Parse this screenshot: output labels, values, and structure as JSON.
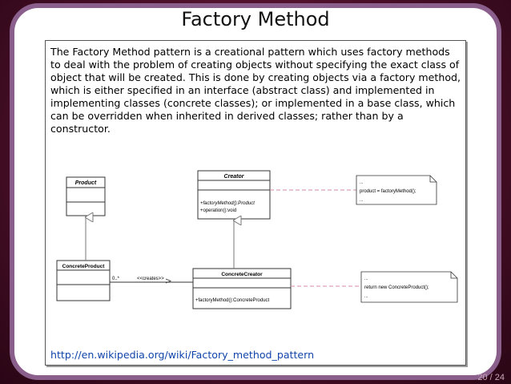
{
  "slide": {
    "title": "Factory Method",
    "body": "The Factory Method pattern is a creational pattern which uses factory methods to deal with the problem of creating objects without specifying the exact class of object that will be created. This is done by creating objects via a factory method, which is either specified in an interface (abstract class) and implemented in implementing classes (concrete classes); or implemented in a base class, which can be overridden when inherited in derived classes; rather than by a constructor.",
    "link": "http://en.wikipedia.org/wiki/Factory_method_pattern",
    "page_number": "20 / 24"
  },
  "diagram": {
    "product": {
      "name": "Product"
    },
    "creator": {
      "name": "Creator",
      "methods": [
        "+factoryMethod():Product",
        "+operation():void"
      ]
    },
    "concrete_product": {
      "name": "ConcreteProduct"
    },
    "concrete_creator": {
      "name": "ConcreteCreator",
      "methods": [
        "+factoryMethod():ConcreteProduct"
      ]
    },
    "association": {
      "multiplicity": "0..*",
      "label": "<<creates>>"
    },
    "note_creator": {
      "lines": [
        "...",
        "product = factoryMethod();",
        "..."
      ]
    },
    "note_concrete": {
      "lines": [
        "...",
        "return new ConcreteProduct();",
        "..."
      ]
    }
  }
}
